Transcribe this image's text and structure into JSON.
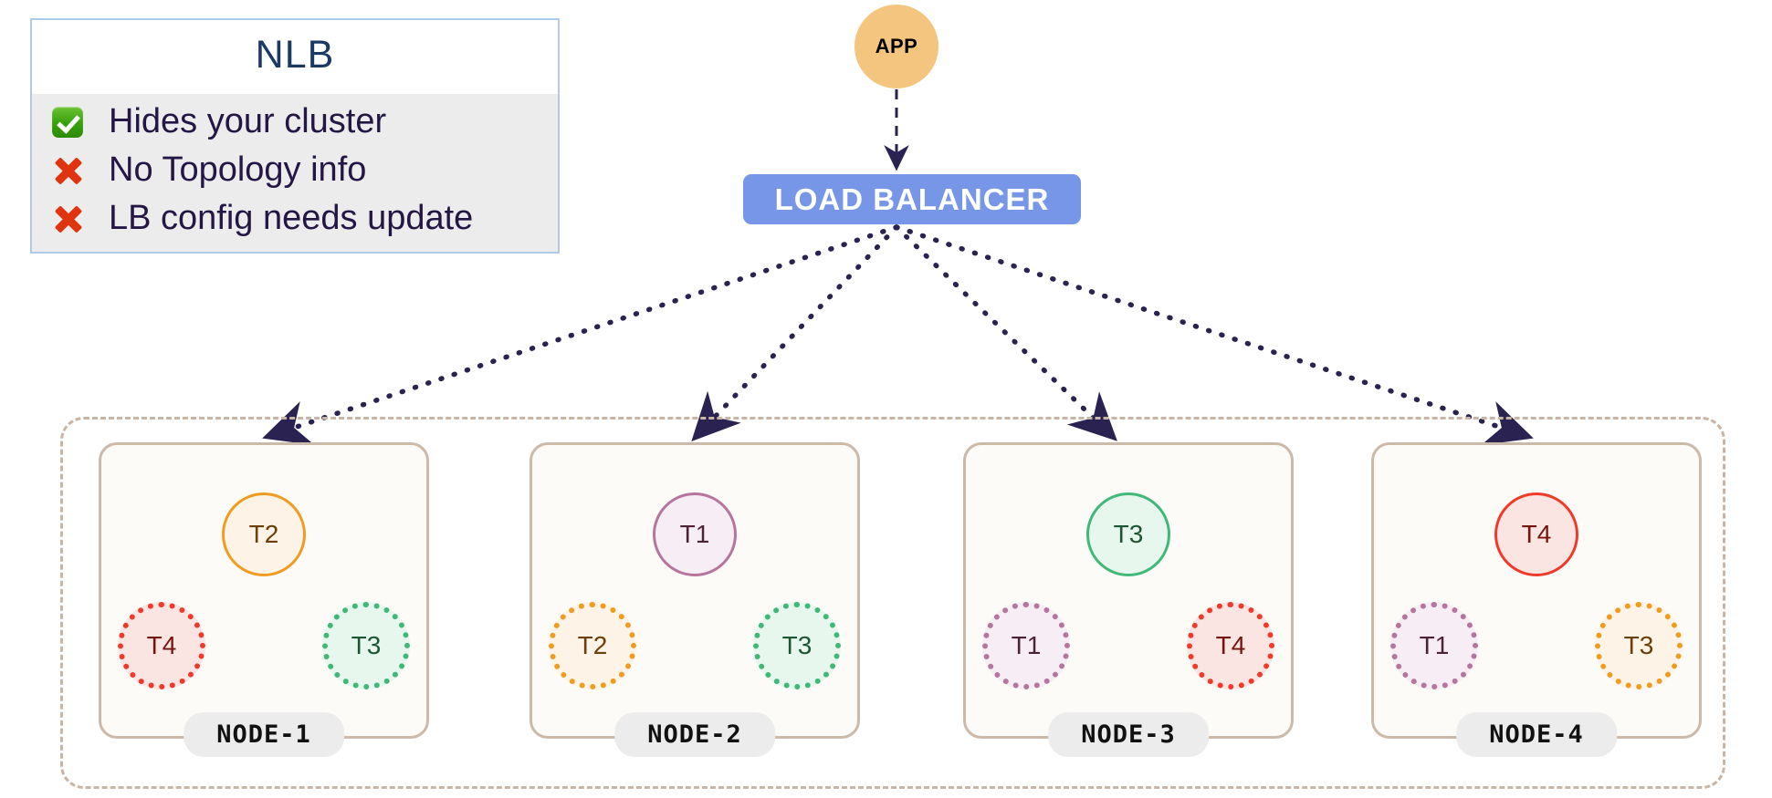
{
  "legend": {
    "title": "NLB",
    "items": [
      {
        "icon": "check-icon",
        "mark": "check",
        "label": "Hides your cluster"
      },
      {
        "icon": "cross-icon",
        "mark": "cross",
        "label": "No Topology info"
      },
      {
        "icon": "cross-icon",
        "mark": "cross",
        "label": "LB config needs update"
      }
    ],
    "border_color": "#aecbeb",
    "body_color": "#ececec",
    "title_color": "#1b3a63",
    "text_color": "#241645",
    "check_color": "#37a00a",
    "cross_color": "#e03410"
  },
  "app": {
    "label": "APP",
    "fill": "#f4c57e",
    "text_color": "#000000"
  },
  "load_balancer": {
    "label": "LOAD  BALANCER",
    "fill": "#7796e8",
    "text_color": "#ffffff"
  },
  "edges": {
    "app_to_lb_style": "dashed",
    "lb_to_node_style": "dotted",
    "color": "#2a2250"
  },
  "cluster": {
    "border_color": "#c8b5a3",
    "border_style": "dash-dot",
    "node_border_color": "#cdb9a8",
    "node_fill": "#fcfbf8",
    "label_pill_fill": "#ececec",
    "nodes": [
      {
        "label": "NODE-1",
        "primary": {
          "shard": "T2",
          "color_key": "c-orange"
        },
        "replicas": [
          {
            "shard": "T4",
            "color_key": "c-red",
            "slot": "left"
          },
          {
            "shard": "T3",
            "color_key": "c-green",
            "slot": "right"
          }
        ]
      },
      {
        "label": "NODE-2",
        "primary": {
          "shard": "T1",
          "color_key": "c-purple"
        },
        "replicas": [
          {
            "shard": "T2",
            "color_key": "c-orange",
            "slot": "left"
          },
          {
            "shard": "T3",
            "color_key": "c-green",
            "slot": "right"
          }
        ]
      },
      {
        "label": "NODE-3",
        "primary": {
          "shard": "T3",
          "color_key": "c-green"
        },
        "replicas": [
          {
            "shard": "T1",
            "color_key": "c-purple",
            "slot": "left"
          },
          {
            "shard": "T4",
            "color_key": "c-red",
            "slot": "right"
          }
        ]
      },
      {
        "label": "NODE-4",
        "primary": {
          "shard": "T4",
          "color_key": "c-red"
        },
        "replicas": [
          {
            "shard": "T1",
            "color_key": "c-purple",
            "slot": "left"
          },
          {
            "shard": "T3",
            "color_key": "c-orange",
            "slot": "right"
          }
        ]
      }
    ]
  }
}
